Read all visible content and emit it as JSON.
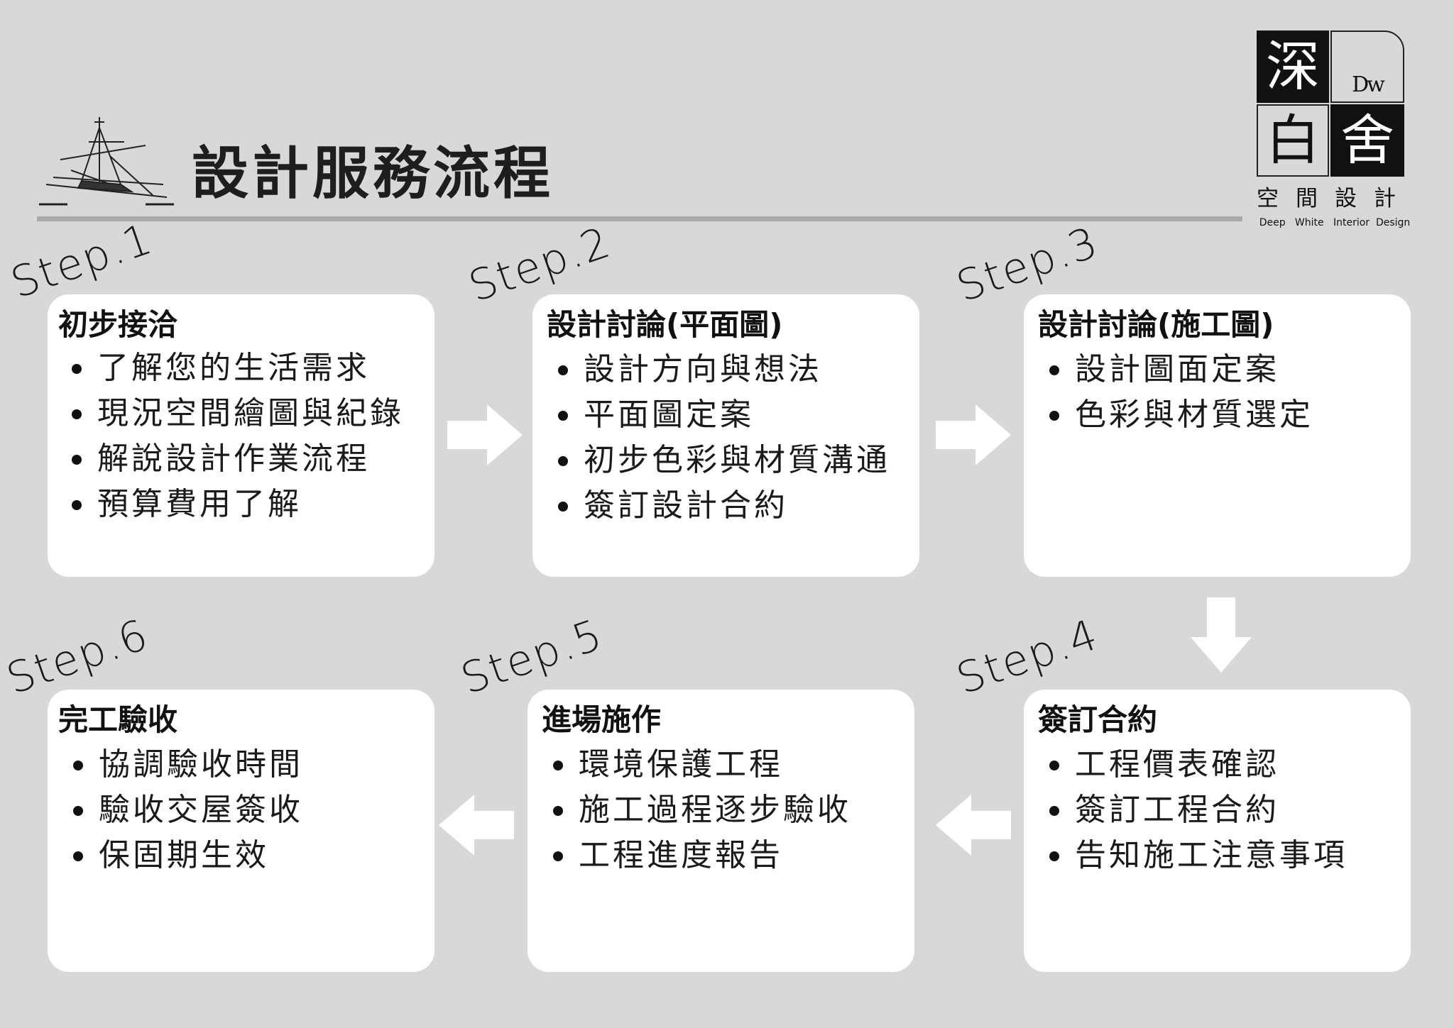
{
  "title": "設計服務流程",
  "logo": {
    "chars": [
      "深",
      "白",
      "舍"
    ],
    "monogram": "Dw",
    "subtitle": "空間設計",
    "english": "Deep   White   Interior  Design"
  },
  "colors": {
    "background": "#d8d8da",
    "card": "#ffffff",
    "arrow": "#ffffff",
    "text": "#1a1a1a"
  },
  "steps": [
    {
      "label": "Step.1",
      "title": "初步接洽",
      "items": [
        "了解您的生活需求",
        "現況空間繪圖與紀錄",
        "解說設計作業流程",
        "預算費用了解"
      ]
    },
    {
      "label": "Step.2",
      "title": "設計討論(平面圖)",
      "items": [
        "設計方向與想法",
        "平面圖定案",
        "初步色彩與材質溝通",
        "簽訂設計合約"
      ]
    },
    {
      "label": "Step.3",
      "title": "設計討論(施工圖)",
      "items": [
        "設計圖面定案",
        "色彩與材質選定"
      ]
    },
    {
      "label": "Step.4",
      "title": "簽訂合約",
      "items": [
        "工程價表確認",
        "簽訂工程合約",
        "告知施工注意事項"
      ]
    },
    {
      "label": "Step.5",
      "title": "進場施作",
      "items": [
        "環境保護工程",
        "施工過程逐步驗收",
        "工程進度報告"
      ]
    },
    {
      "label": "Step.6",
      "title": "完工驗收",
      "items": [
        "協調驗收時間",
        "驗收交屋簽收",
        "保固期生效"
      ]
    }
  ],
  "arrows": [
    {
      "from": "step-1",
      "to": "step-2",
      "direction": "right"
    },
    {
      "from": "step-2",
      "to": "step-3",
      "direction": "right"
    },
    {
      "from": "step-3",
      "to": "step-4",
      "direction": "down"
    },
    {
      "from": "step-4",
      "to": "step-5",
      "direction": "left"
    },
    {
      "from": "step-5",
      "to": "step-6",
      "direction": "left"
    }
  ]
}
